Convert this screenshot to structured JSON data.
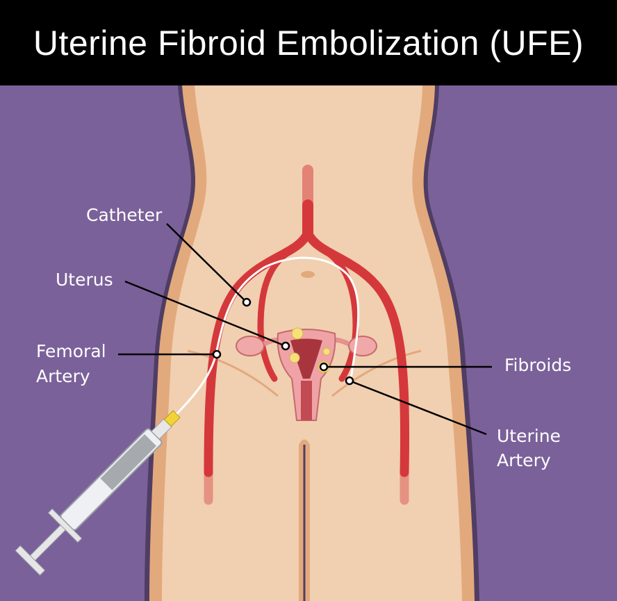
{
  "title": "Uterine Fibroid Embolization (UFE)",
  "labels": {
    "catheter": "Catheter",
    "uterus": "Uterus",
    "femoral_artery_line1": "Femoral",
    "femoral_artery_line2": "Artery",
    "fibroids": "Fibroids",
    "uterine_artery_line1": "Uterine",
    "uterine_artery_line2": "Artery"
  },
  "colors": {
    "background": "#7b619a",
    "header": "#000000",
    "skin": "#f1cfb1",
    "artery": "#d5383b"
  }
}
